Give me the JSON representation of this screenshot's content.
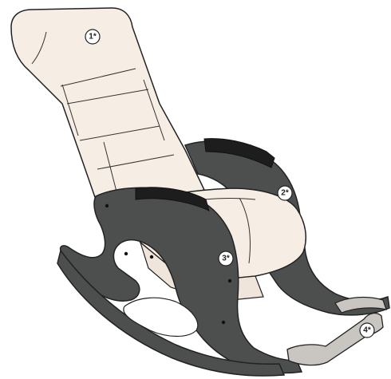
{
  "callouts": [
    {
      "id": "1",
      "label": "1*"
    },
    {
      "id": "2",
      "label": "2*"
    },
    {
      "id": "3",
      "label": "3*"
    },
    {
      "id": "4",
      "label": "4*"
    }
  ],
  "colors": {
    "upholstery": "#f6ede4",
    "wood_frame": "#4d4f4f",
    "armrest_pad": "#1d1d1d",
    "footrest": "#c9c6c2",
    "outline": "#222222",
    "background": "#ffffff"
  }
}
